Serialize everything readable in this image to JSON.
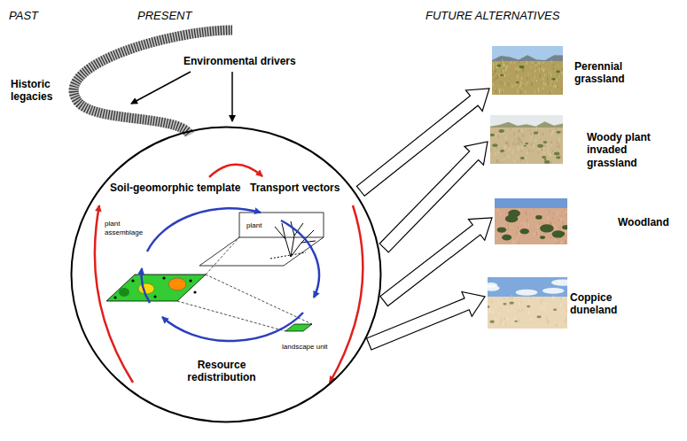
{
  "diagram": {
    "nodes": [
      {
        "text": [
          "Soil-geomorphic template",
          "Transport vectors",
          "Resource redistribution"
        ]
      },
      {
        "text": [
          "Perennial grassland"
        ]
      },
      {
        "text": [
          "Woody plant invaded grassland"
        ]
      },
      {
        "text": [
          "Woodland"
        ]
      },
      {
        "text": [
          "Coppice duneland"
        ]
      }
    ],
    "edges": [
      {
        "from": 0,
        "to": 1,
        "arrow": "to"
      },
      {
        "from": 0,
        "to": 2,
        "arrow": "to"
      },
      {
        "from": 0,
        "to": 3,
        "arrow": "to"
      },
      {
        "from": 0,
        "to": 4,
        "arrow": "to"
      }
    ],
    "labels": [
      "PAST",
      "PRESENT",
      "FUTURE ALTERNATIVES",
      "Historic legacies",
      "Environmental drivers",
      "plant assemblage",
      "plant",
      "landscape unit"
    ]
  }
}
